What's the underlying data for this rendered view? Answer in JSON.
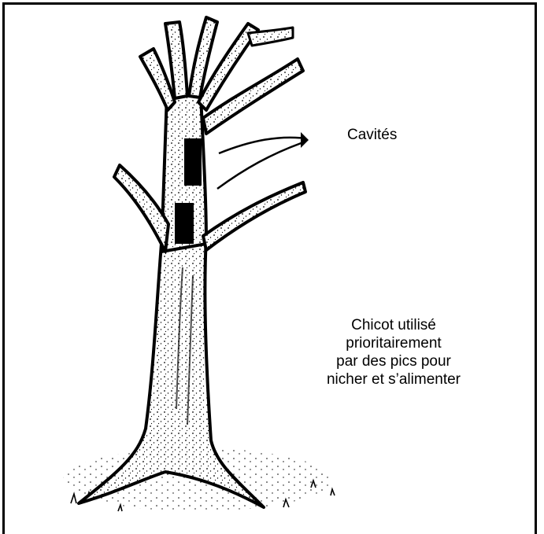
{
  "labels": {
    "cavities": "Cavités",
    "caption_lines": [
      "Chicot utilisé",
      "prioritairement",
      "par des pics pour",
      "nicher et s’alimenter"
    ]
  },
  "colors": {
    "ink": "#000000",
    "background": "#ffffff"
  }
}
